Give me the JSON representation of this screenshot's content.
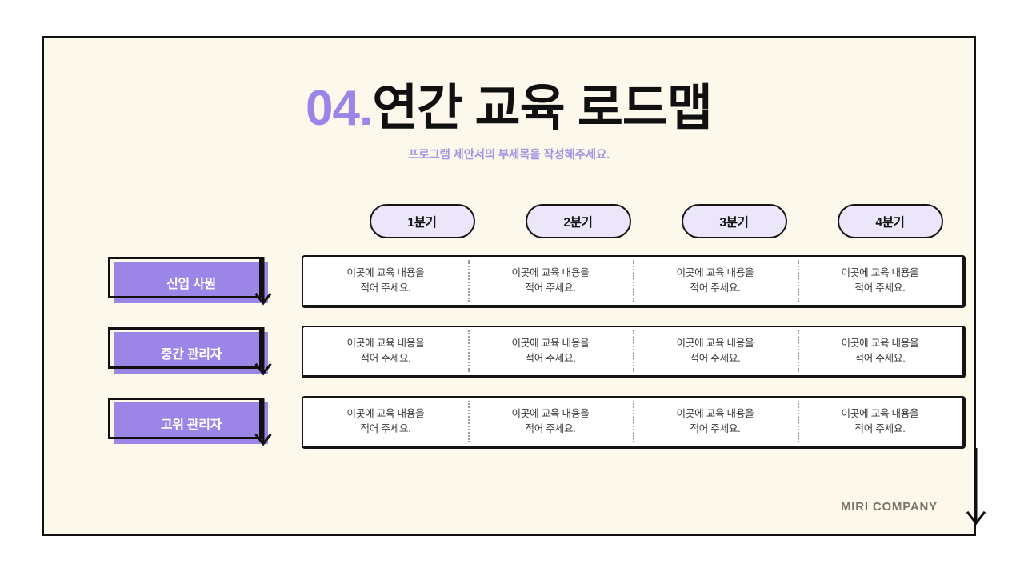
{
  "slide": {
    "title_number": "04.",
    "title_text": "연간 교육 로드맵",
    "subtitle": "프로그램 제안서의 부제목을 작성해주세요.",
    "brand": "MIRI COMPANY",
    "colors": {
      "background": "#fdf8ec",
      "accent_purple": "#9b86e8",
      "pill_fill": "#ece6fa",
      "subtitle_purple": "#a494e2",
      "outline_black": "#101010",
      "brand_gray": "#7d7468",
      "cell_text": "#3a3a3a"
    }
  },
  "quarters": [
    {
      "label": "1분기"
    },
    {
      "label": "2분기"
    },
    {
      "label": "3분기"
    },
    {
      "label": "4분기"
    }
  ],
  "rows": [
    {
      "stage": "신입 사원",
      "cells": [
        "이곳에 교육 내용을\n적어 주세요.",
        "이곳에 교육 내용을\n적어 주세요.",
        "이곳에 교육 내용을\n적어 주세요.",
        "이곳에 교육 내용을\n적어 주세요."
      ]
    },
    {
      "stage": "중간 관리자",
      "cells": [
        "이곳에 교육 내용을\n적어 주세요.",
        "이곳에 교육 내용을\n적어 주세요.",
        "이곳에 교육 내용을\n적어 주세요.",
        "이곳에 교육 내용을\n적어 주세요."
      ]
    },
    {
      "stage": "고위 관리자",
      "cells": [
        "이곳에 교육 내용을\n적어 주세요.",
        "이곳에 교육 내용을\n적어 주세요.",
        "이곳에 교육 내용을\n적어 주세요.",
        "이곳에 교육 내용을\n적어 주세요."
      ]
    }
  ],
  "icons": {
    "stage_arrow": "arrow-down-icon",
    "edge_arrow": "arrow-down-icon"
  }
}
